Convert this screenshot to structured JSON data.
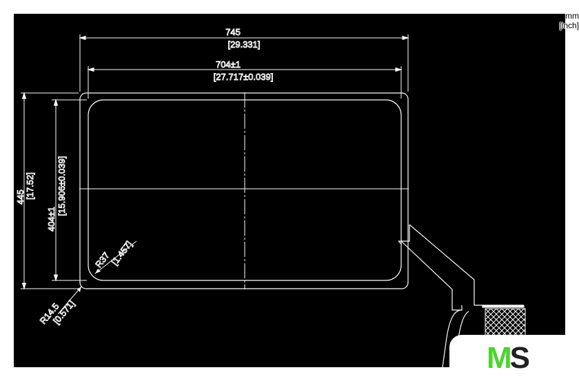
{
  "units": {
    "primary": "mm",
    "secondary": "[inch]"
  },
  "dimensions": {
    "outer_width": {
      "mm": "745",
      "inch": "[29.331]"
    },
    "inner_width": {
      "mm": "704±1",
      "inch": "[27.717±0.039]"
    },
    "outer_height": {
      "mm": "445",
      "inch": "[17.52]"
    },
    "inner_height": {
      "mm": "404±1",
      "inch": "[15.906±0.039]"
    },
    "inner_radius": {
      "mm": "R37",
      "inch": "[1.457]"
    },
    "outer_radius": {
      "mm": "R14.5",
      "inch": "[0.571]"
    }
  },
  "logo": {
    "text_m": "M",
    "text_s": "S"
  },
  "colors": {
    "background": "#000000",
    "lines": "#ffffff",
    "logo_green": "#4ad52e",
    "logo_dark": "#222222"
  }
}
